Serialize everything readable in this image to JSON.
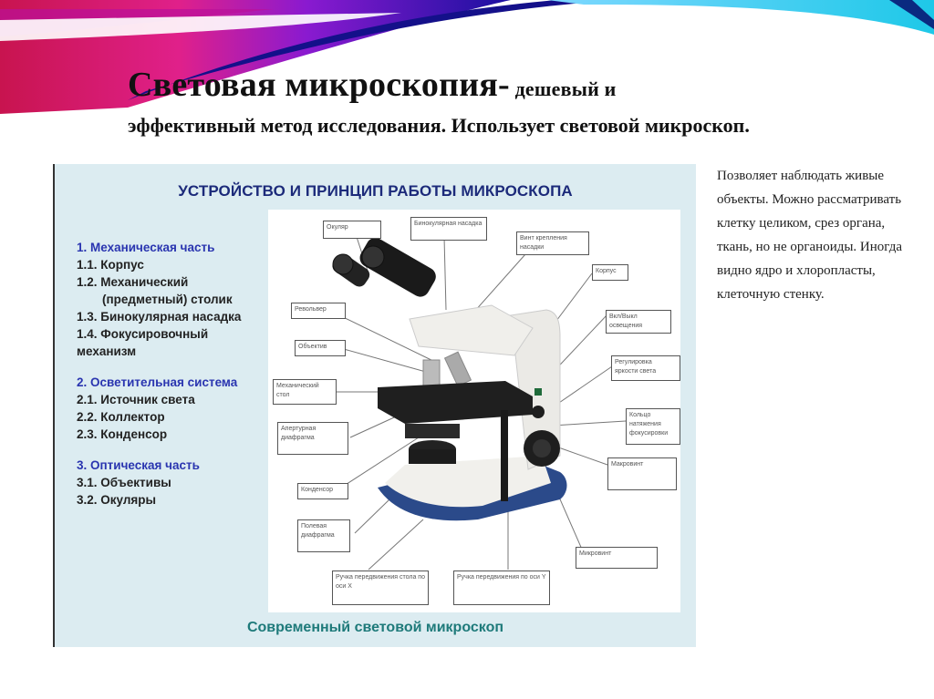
{
  "slide": {
    "title_main": "Световая микроскопия-",
    "title_small": " дешевый и",
    "title_rest": "эффективный метод исследования. Использует световой микроскоп."
  },
  "diagram": {
    "title": "УСТРОЙСТВО И ПРИНЦИП РАБОТЫ МИКРОСКОПА",
    "caption": "Современный световой микроскоп",
    "legend": {
      "sec1_head": "1. Механическая часть",
      "sec1_items": [
        "1.1. Корпус",
        "1.2. Механический",
        "(предметный) столик",
        "1.3. Бинокулярная насадка",
        "1.4. Фокусировочный",
        "механизм"
      ],
      "sec2_head": "2. Осветительная система",
      "sec2_items": [
        "2.1. Источник света",
        "2.2. Коллектор",
        "2.3. Конденсор"
      ],
      "sec3_head": "3. Оптическая часть",
      "sec3_items": [
        "3.1. Объективы",
        "3.2. Окуляры"
      ]
    },
    "callouts": {
      "eyepiece": "Окуляр",
      "binocular": "Бинокулярная насадка",
      "mount_screw": "Винт крепления насадки",
      "body": "Корпус",
      "light_switch": "Вкл/Выкл освещения",
      "revolver": "Револьвер",
      "objective": "Объектив",
      "brightness": "Регулировка яркости света",
      "stage": "Механический стол",
      "focus_ring": "Кольцо натяжения фокусировки",
      "aperture": "Апертурная диафрагма",
      "macro": "Макровинт",
      "condenser": "Конденсор",
      "field_diaphragm": "Полевая диафрагма",
      "micro": "Микровинт",
      "knob_x": "Ручка передвижения стола по оси X",
      "knob_y": "Ручка передвижения по оси Y"
    }
  },
  "side_text": "Позволяет наблюдать живые объекты. Можно рассматривать клетку целиком, срез органа, ткань, но не органоиды. Иногда видно ядро и хлоропласты, клеточную стенку.",
  "colors": {
    "diagram_bg": "#dcecf1",
    "diagram_title": "#1c2a7a",
    "legend_head": "#2a35b0",
    "caption": "#1e7a7a",
    "microscope_base": "#2b4a8a"
  }
}
